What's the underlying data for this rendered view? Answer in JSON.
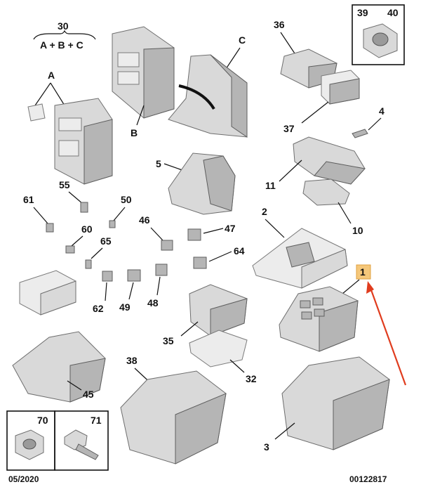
{
  "labels": {
    "l30": "30",
    "l30_formula": "A + B + C",
    "lA": "A",
    "lB": "B",
    "lC": "C",
    "l36": "36",
    "l37": "37",
    "l39": "39",
    "l40": "40",
    "l4": "4",
    "l5": "5",
    "l11": "11",
    "l10": "10",
    "l55": "55",
    "l61": "61",
    "l50": "50",
    "l60": "60",
    "l65": "65",
    "l46": "46",
    "l47": "47",
    "l64": "64",
    "l2": "2",
    "l1": "1",
    "l62": "62",
    "l49": "49",
    "l48": "48",
    "l35": "35",
    "l32": "32",
    "l45": "45",
    "l38": "38",
    "l3": "3",
    "l70": "70",
    "l71": "71"
  },
  "footer": {
    "date": "05/2020",
    "ref": "00122817"
  },
  "colors": {
    "highlight_fill": "#f5c77a",
    "highlight_stroke": "#e0a040",
    "arrow": "#e03c1e",
    "part_fill": "#d9d9d9",
    "part_stroke": "#6e6e6e"
  }
}
